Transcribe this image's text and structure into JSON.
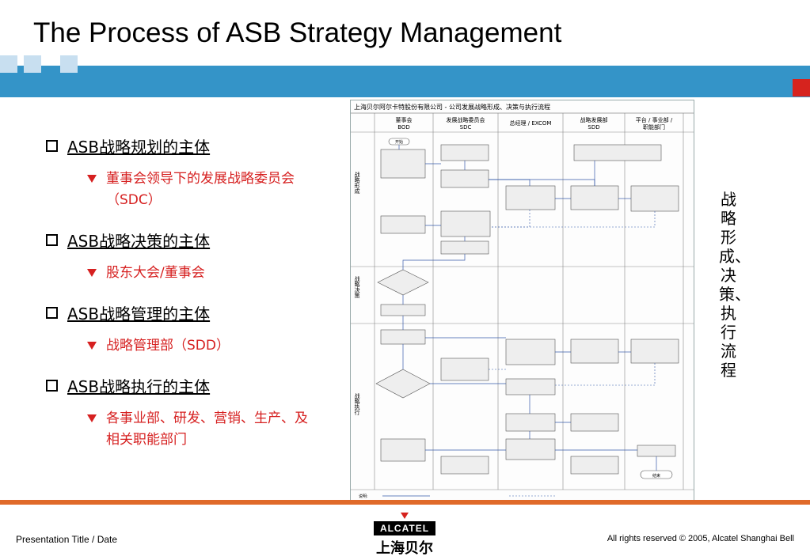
{
  "title": "The Process of ASB Strategy Management",
  "bullets": [
    {
      "heading": "ASB战略规划的主体",
      "sub": "董事会领导下的发展战略委员会（SDC）"
    },
    {
      "heading": "ASB战略决策的主体",
      "sub": "股东大会/董事会"
    },
    {
      "heading": "ASB战略管理的主体",
      "sub": "战略管理部（SDD）"
    },
    {
      "heading": "ASB战略执行的主体",
      "sub": "各事业部、研发、营销、生产、及相关职能部门"
    }
  ],
  "flowchart": {
    "title": "上海贝尔阿尔卡特股份有限公司 - 公司发展战略形成、决策与执行流程",
    "columns": [
      {
        "cn": "董事会",
        "en": "BOD"
      },
      {
        "cn": "发展战略委员会",
        "en": "SDC"
      },
      {
        "cn": "总经理 / EXCOM",
        "en": ""
      },
      {
        "cn": "战略发展部",
        "en": "SDD"
      },
      {
        "cn": "平台 / 事业部 /",
        "en": "职能部门"
      }
    ],
    "phases": [
      "战略形成",
      "战略决策",
      "战略执行"
    ],
    "start_label": "开始",
    "end_label": "结束",
    "legend_label": "说明:"
  },
  "side_caption": "战略形成、决策、执行流程",
  "footer": {
    "left": "Presentation Title  / Date",
    "right": "All rights reserved © 2005, Alcatel Shanghai Bell"
  },
  "logo": {
    "brand": "ALCATEL",
    "cn": "上海贝尔"
  },
  "colors": {
    "band": "#3494c8",
    "accent_red": "#d6231e",
    "footer_line": "#e06a2a",
    "bullet_red": "#d62020"
  }
}
